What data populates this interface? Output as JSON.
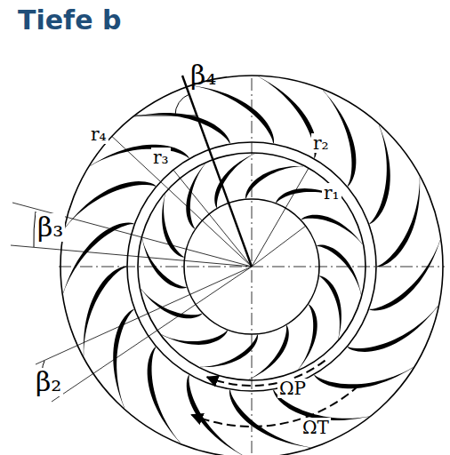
{
  "diagram": {
    "title": "Tiefe b",
    "labels": [
      "β₄",
      "r₄",
      "r₃",
      "r₂",
      "r₁",
      "β₃",
      "β₂",
      "ΩP",
      "ΩT"
    ]
  }
}
